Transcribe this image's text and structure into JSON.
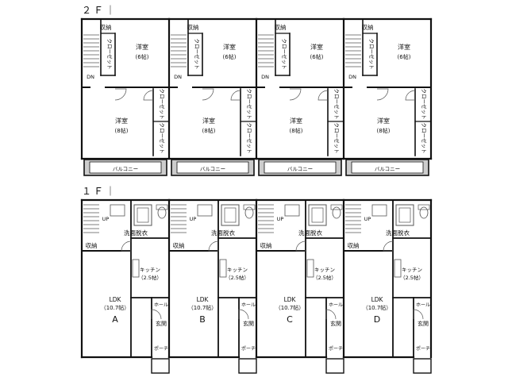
{
  "floor2": {
    "label": "２Ｆ｜",
    "room_upper": "洋室",
    "room_upper_size": "(6帖)",
    "room_lower": "洋室",
    "room_lower_size": "(8帖)",
    "storage": "収納",
    "closet": "クローゼット",
    "down": "DN",
    "balcony": "バルコニー"
  },
  "floor1": {
    "label": "１Ｆ｜",
    "up": "UP",
    "storage": "収納",
    "washroom": "洗面脱衣",
    "kitchen": "キッチン",
    "kitchen_size": "（2.5帖）",
    "ldk": "LDK",
    "ldk_size": "（10.7帖）",
    "hall": "ホール",
    "entrance": "玄関",
    "porch": "ポーチ"
  },
  "units": [
    "A",
    "B",
    "C",
    "D"
  ],
  "colors": {
    "wall": "#111111",
    "fixture": "#555555",
    "balcony": "#cccccc"
  }
}
